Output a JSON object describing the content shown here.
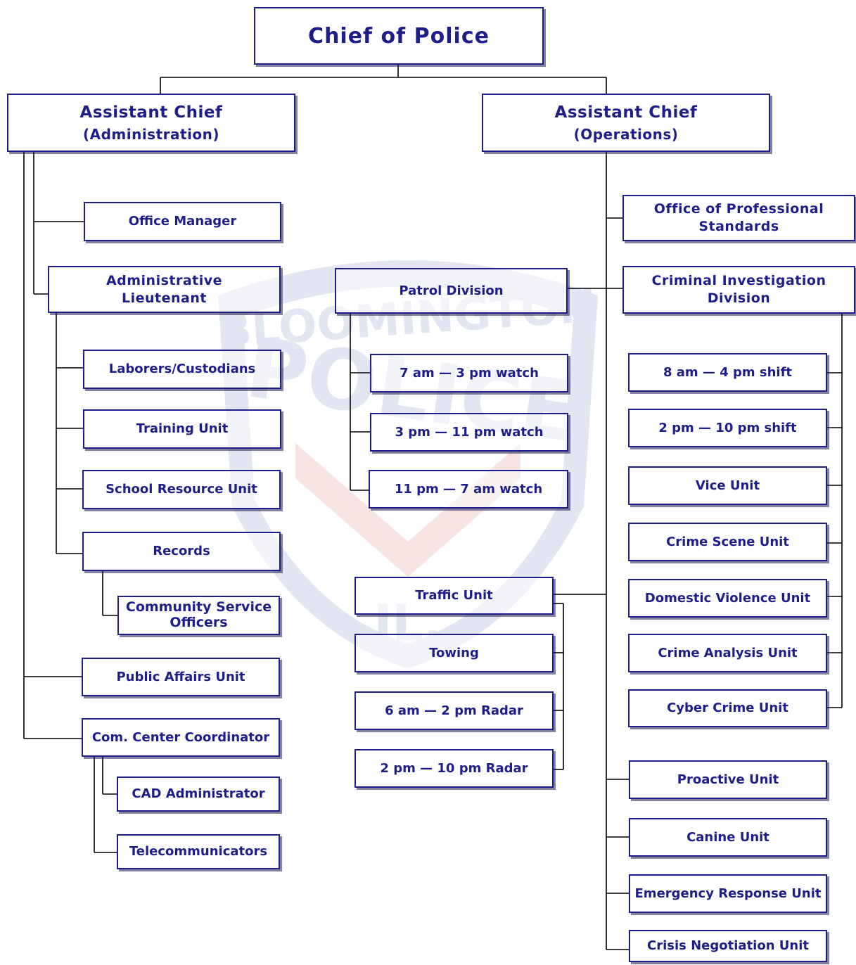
{
  "chief": "Chief of Police",
  "assistant_admin": {
    "title": "Assistant Chief",
    "subtitle": "(Administration)"
  },
  "assistant_ops": {
    "title": "Assistant Chief",
    "subtitle": "(Operations)"
  },
  "admin_units": {
    "office_manager": "Office Manager",
    "admin_lieutenant": [
      "Administrative",
      "Lieutenant"
    ],
    "laborers": "Laborers/Custodians",
    "training": "Training Unit",
    "school_resource": "School Resource Unit",
    "records": "Records",
    "community_service": [
      "Community Service",
      "Officers"
    ],
    "public_affairs": "Public Affairs Unit",
    "com_center": "Com. Center Coordinator",
    "cad_admin": "CAD Administrator",
    "telecommunicators": "Telecommunicators"
  },
  "patrol": {
    "title": "Patrol Division",
    "watches": [
      "7 am — 3 pm watch",
      "3 pm — 11 pm watch",
      "11 pm — 7 am watch"
    ]
  },
  "traffic": {
    "title": "Traffic Unit",
    "units": [
      "Towing",
      "6 am — 2 pm Radar",
      "2 pm — 10 pm Radar"
    ]
  },
  "ops_units": {
    "professional_standards": [
      "Office of Professional",
      "Standards"
    ],
    "criminal_investigation": [
      "Criminal Investigation",
      "Division"
    ],
    "cid_units": [
      "8 am — 4 pm shift",
      "2 pm — 10 pm shift",
      "Vice Unit",
      "Crime Scene Unit",
      "Domestic Violence Unit",
      "Crime Analysis Unit",
      "Cyber Crime Unit"
    ],
    "special_units": [
      "Proactive Unit",
      "Canine Unit",
      "Emergency Response Unit",
      "Crisis Negotiation Unit"
    ]
  },
  "watermark": {
    "text_top": "BLOOMINGTON",
    "text_mid": "POLICE",
    "text_bottom": "IL.",
    "colors": {
      "shield": "#2a3f9e",
      "accent": "#c8322a",
      "ink": "#1e1e8a",
      "lines": "#000000"
    }
  }
}
